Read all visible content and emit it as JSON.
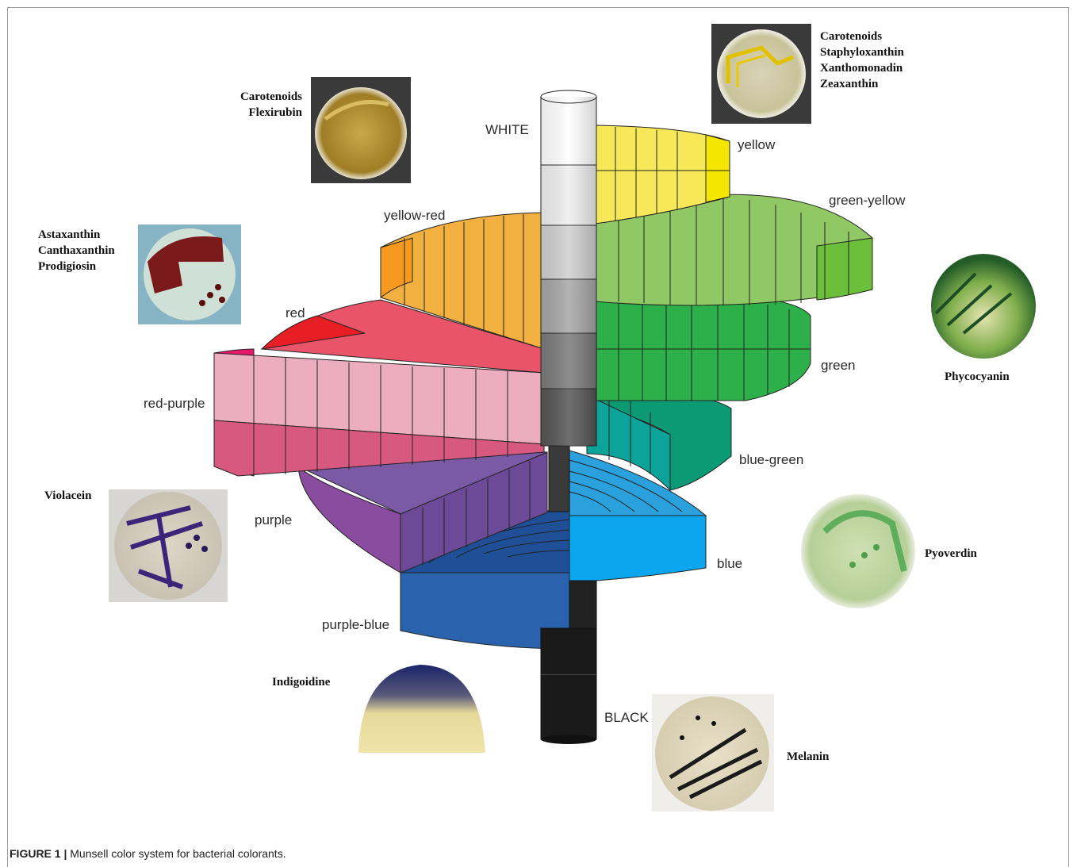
{
  "figure": {
    "number": "FIGURE 1 |",
    "caption": "Munsell color system for bacterial colorants."
  },
  "axis": {
    "top": "WHITE",
    "bottom": "BLACK"
  },
  "hues": [
    {
      "name": "yellow",
      "color": "#f5e600"
    },
    {
      "name": "green-yellow",
      "color": "#6cbf3a"
    },
    {
      "name": "green",
      "color": "#28b04a"
    },
    {
      "name": "blue-green",
      "color": "#0a9a73"
    },
    {
      "name": "blue",
      "color": "#0aa8ee"
    },
    {
      "name": "purple-blue",
      "color": "#2a5ea8"
    },
    {
      "name": "purple",
      "color": "#8a4fa0"
    },
    {
      "name": "red-purple",
      "color": "#e8186a"
    },
    {
      "name": "red",
      "color": "#e81e25"
    },
    {
      "name": "yellow-red",
      "color": "#f59a1e"
    }
  ],
  "pigments": {
    "top_left": [
      "Carotenoids",
      "Flexirubin"
    ],
    "top_right": [
      "Carotenoids",
      "Staphyloxanthin",
      "Xanthomonadin",
      "Zeaxanthin"
    ],
    "left_upper": [
      "Astaxanthin",
      "Canthaxanthin",
      "Prodigiosin"
    ],
    "right_upper": [
      "Phycocyanin"
    ],
    "left_lower": [
      "Violacein"
    ],
    "right_lower": [
      "Pyoverdin"
    ],
    "bottom_left": [
      "Indigoidine"
    ],
    "bottom_right": [
      "Melanin"
    ]
  },
  "plate_colors": {
    "flexirubin": "#b9932e",
    "carotenoids_yellow": "#e7c64a",
    "prodigiosin": "#7a1a1a",
    "phycocyanin": "#2f7a3a",
    "violacein": "#4a2a8a",
    "pyoverdin": "#7fc27a",
    "indigoidine": "#1e2a7a",
    "melanin": "#1a1a1a"
  }
}
